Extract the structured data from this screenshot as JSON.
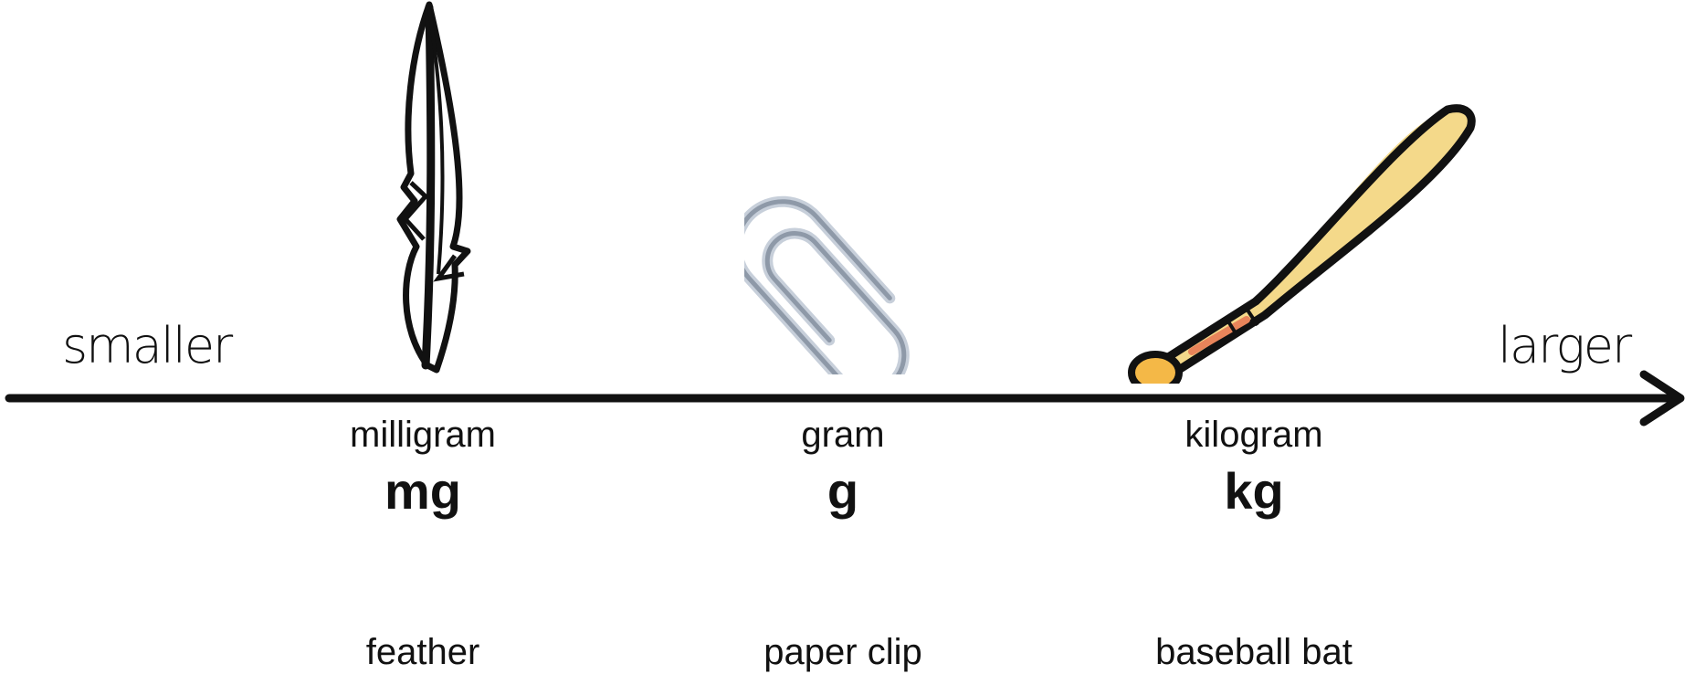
{
  "scale": {
    "start_label": "smaller",
    "end_label": "larger"
  },
  "units": [
    {
      "name": "milligram",
      "symbol": "mg",
      "example": "feather",
      "icon": "feather-icon"
    },
    {
      "name": "gram",
      "symbol": "g",
      "example": "paper clip",
      "icon": "paperclip-icon"
    },
    {
      "name": "kilogram",
      "symbol": "kg",
      "example": "baseball bat",
      "icon": "baseball-bat-icon"
    }
  ],
  "colors": {
    "line": "#111111",
    "paperclip": "#a9b4c2",
    "bat_fill": "#f2d888",
    "bat_knob": "#f4b847",
    "bat_accent": "#e8845a"
  }
}
